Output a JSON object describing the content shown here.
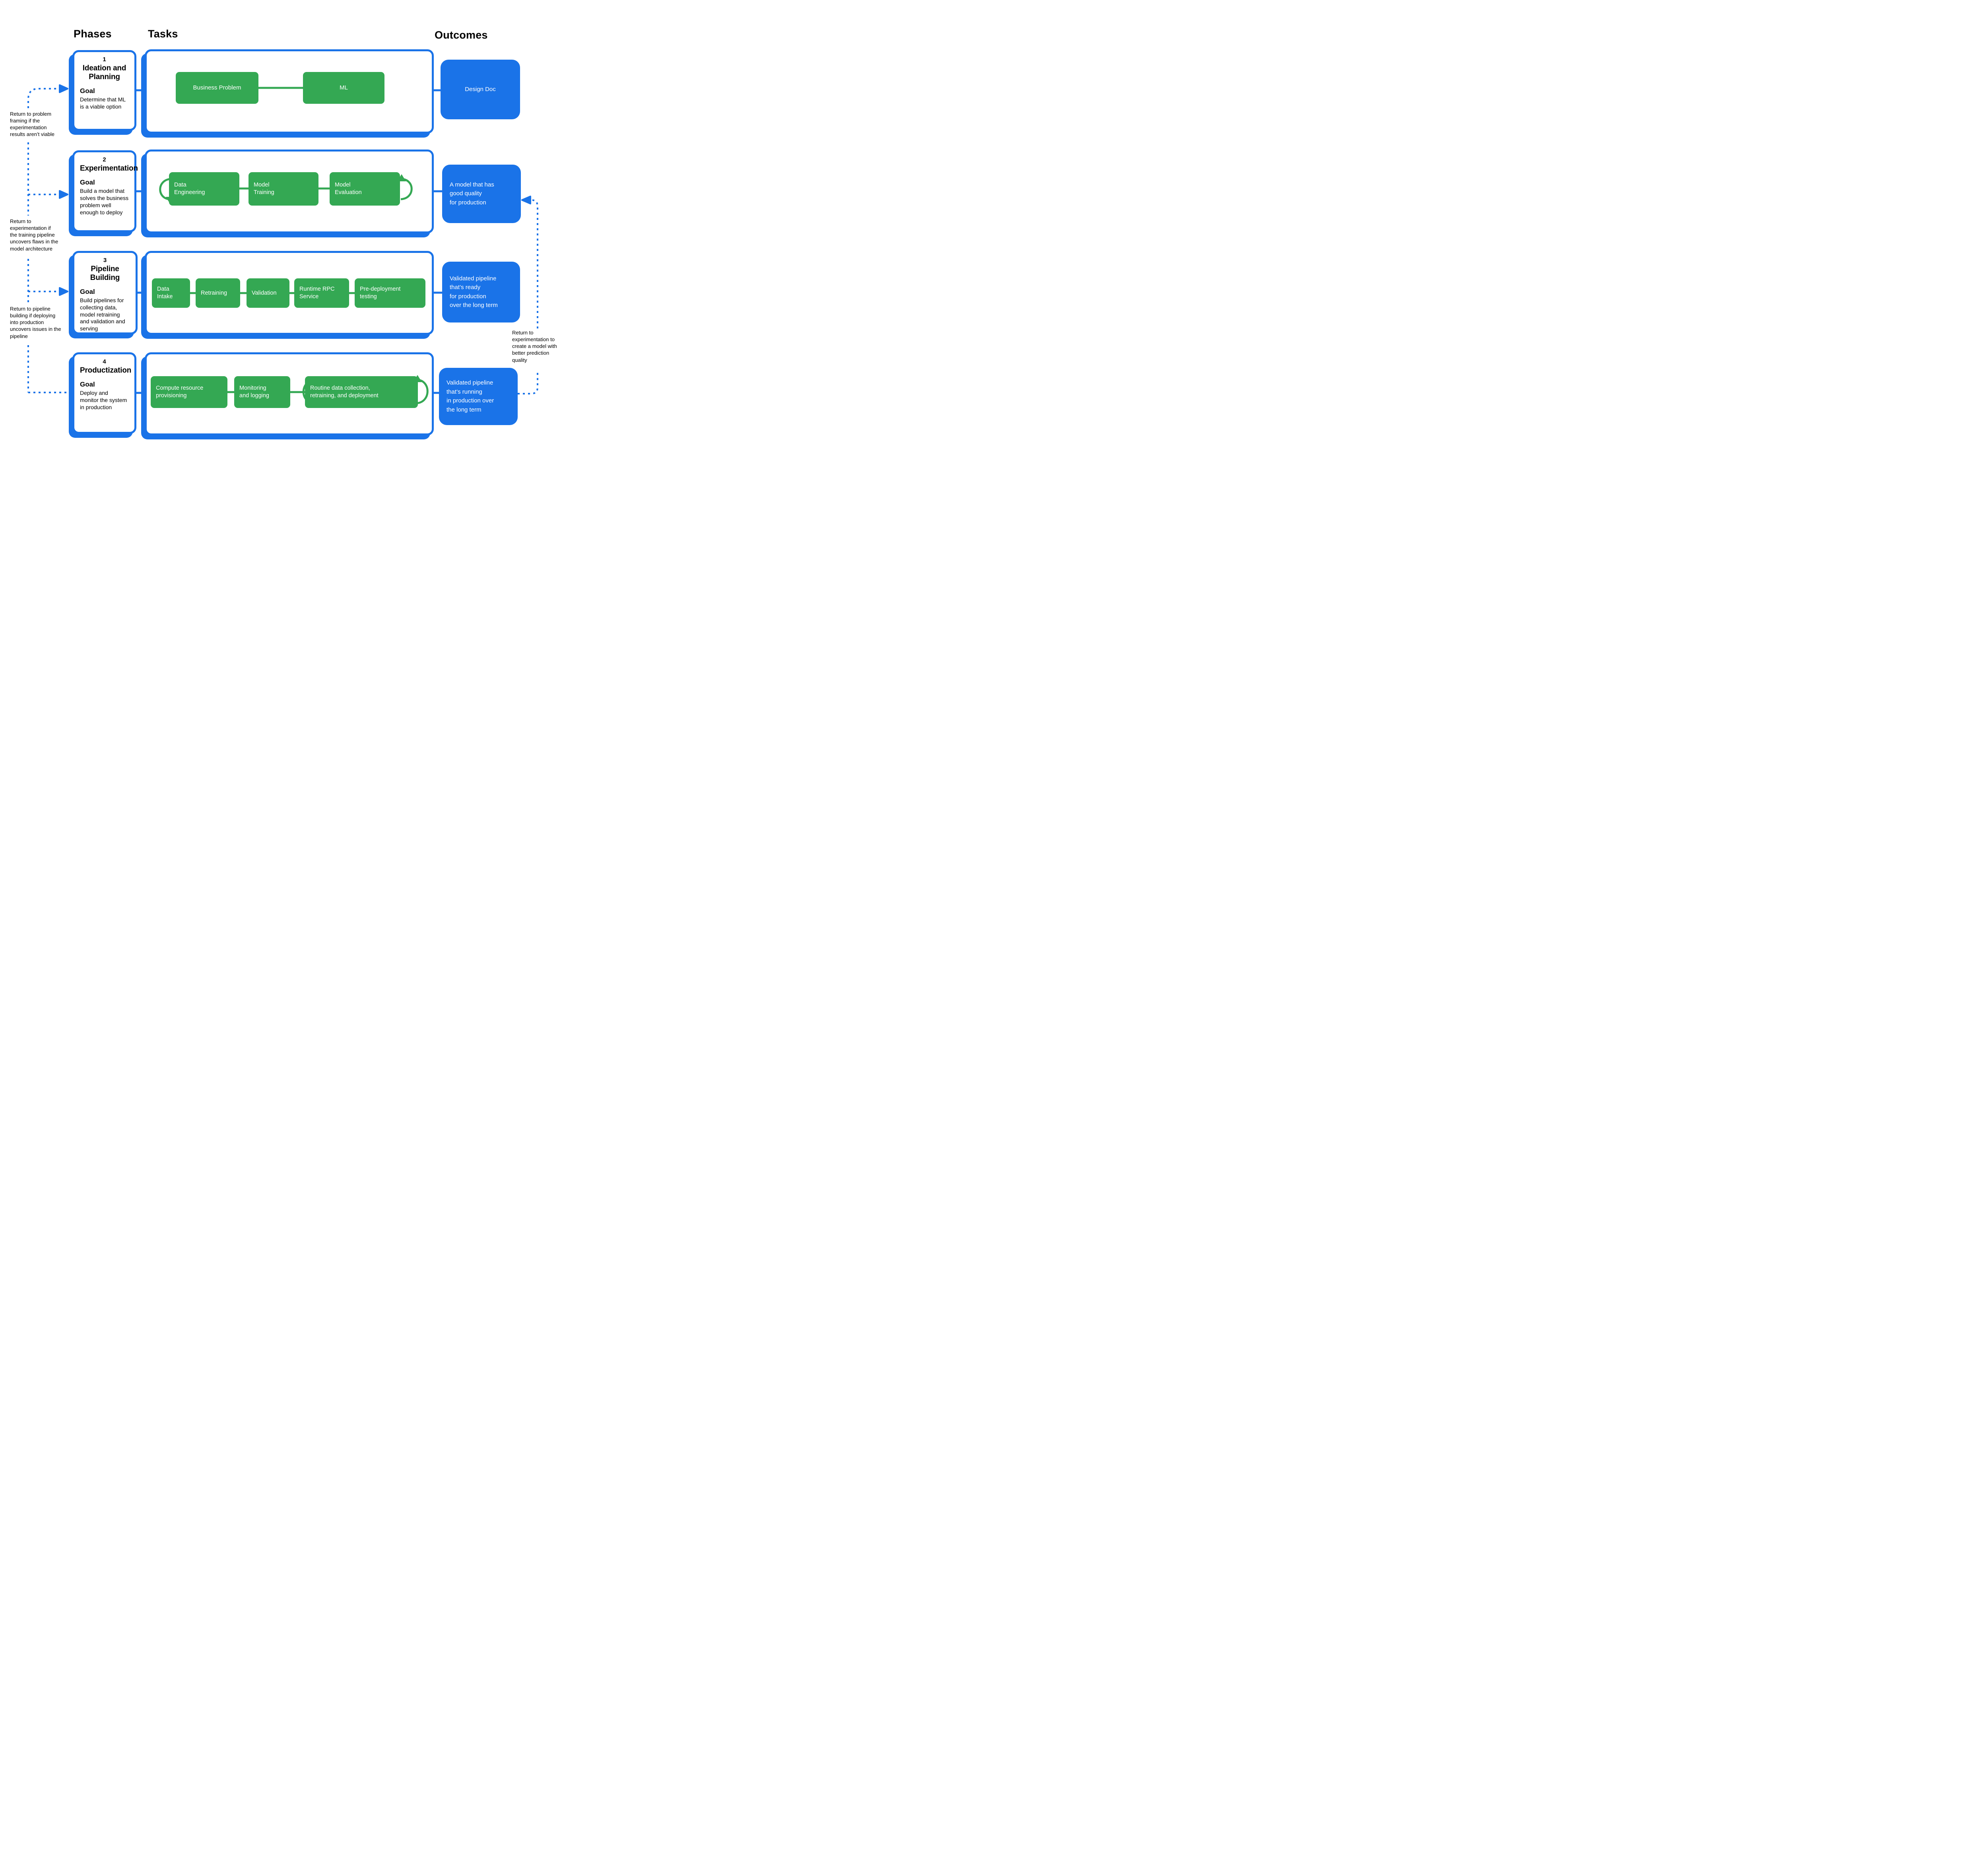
{
  "headers": {
    "phases": "Phases",
    "tasks": "Tasks",
    "outcomes": "Outcomes"
  },
  "colors": {
    "blue": "#1a73e8",
    "green": "#34a853",
    "text": "#000000",
    "background": "#ffffff"
  },
  "phases": [
    {
      "number": "1",
      "title": "Ideation and\nPlanning",
      "goal_label": "Goal",
      "goal": "Determine that ML\nis a viable option",
      "tasks": [
        "Business Problem",
        "ML"
      ],
      "outcome": "Design Doc"
    },
    {
      "number": "2",
      "title": "Experimentation",
      "goal_label": "Goal",
      "goal": "Build a model that\nsolves the business\nproblem well\nenough to deploy",
      "tasks": [
        "Data\nEngineering",
        "Model\nTraining",
        "Model\nEvaluation"
      ],
      "outcome": "A model that has\ngood quality\nfor production"
    },
    {
      "number": "3",
      "title": "Pipeline Building",
      "goal_label": "Goal",
      "goal": "Build pipelines for\ncollecting data,\nmodel retraining\nand validation and\nserving",
      "tasks": [
        "Data\nIntake",
        "Retraining",
        "Validation",
        "Runtime RPC\nService",
        "Pre-deployment\ntesting"
      ],
      "outcome": "Validated pipeline\nthat’s ready\nfor production\nover the long term"
    },
    {
      "number": "4",
      "title": "Productization",
      "goal_label": "Goal",
      "goal": "Deploy and\nmonitor the system\nin production",
      "tasks": [
        "Compute resource\nprovisioning",
        "Monitoring\nand logging",
        "Routine data collection,\nretraining, and deployment"
      ],
      "outcome": "Validated pipeline\nthat’s running\nin production over\nthe long term"
    }
  ],
  "annotations": {
    "left": [
      "Return to problem\nframing if the\nexperimentation\nresults aren’t viable",
      "Return to\nexperimentation if\nthe training pipeline\nuncovers flaws in the\nmodel architecture",
      "Return to pipeline\nbuilding if deploying\ninto production\nuncovers issues in the\npipeline"
    ],
    "right": "Return to\nexperimentation to\ncreate a model with\nbetter prediction\nquality"
  }
}
